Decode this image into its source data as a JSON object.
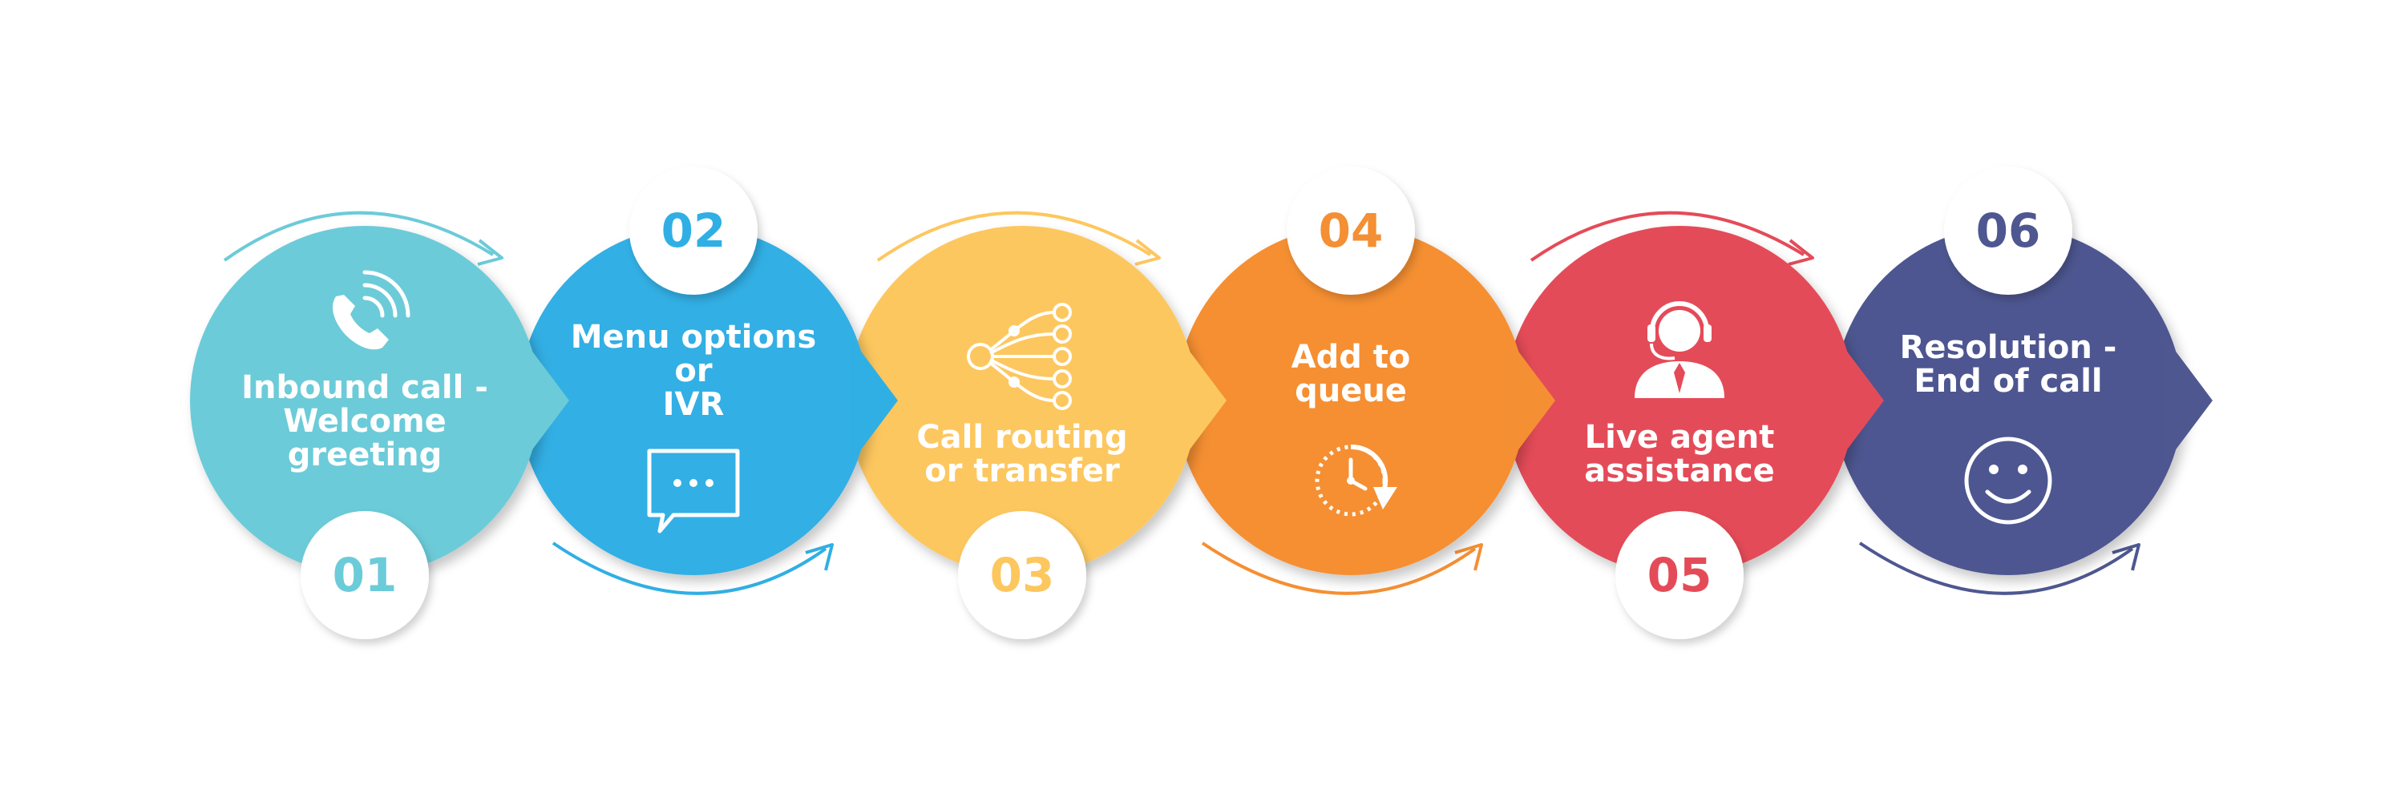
{
  "steps": [
    {
      "number": "01",
      "label": "Inbound call -\nWelcome\ngreeting",
      "color": "#6ccbd8",
      "icon": "phone-ringing-icon"
    },
    {
      "number": "02",
      "label": "Menu options\nor\nIVR",
      "color": "#30afe4",
      "icon": "chat-bubble-icon"
    },
    {
      "number": "03",
      "label": "Call routing\nor transfer",
      "color": "#fdc75f",
      "icon": "routing-network-icon"
    },
    {
      "number": "04",
      "label": "Add to\nqueue",
      "color": "#f58f33",
      "icon": "clock-wait-icon"
    },
    {
      "number": "05",
      "label": "Live agent\nassistance",
      "color": "#e44b58",
      "icon": "agent-headset-icon"
    },
    {
      "number": "06",
      "label": "Resolution -\nEnd of call",
      "color": "#4e5790",
      "icon": "smiley-face-icon"
    }
  ]
}
